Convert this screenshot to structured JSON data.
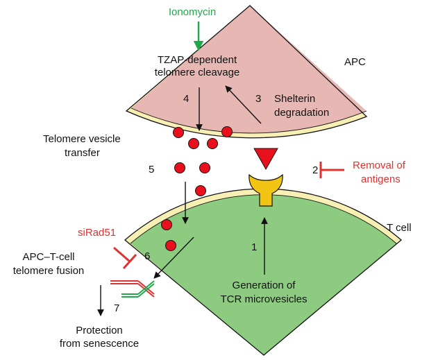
{
  "colors": {
    "apc_fill": "#e7b7b4",
    "tcell_fill": "#8ccb80",
    "membrane": "#f8efb4",
    "vesicle": "#e8101c",
    "receptor": "#f2c413",
    "antigen": "#e8101c",
    "inhibitor": "#e03131",
    "stimulus": "#1fa84a",
    "text": "#111111"
  },
  "cells": {
    "apc": "APC",
    "tcell": "T cell"
  },
  "labels": {
    "ionomycin": "Ionomycin",
    "tzap_line1": "TZAP-dependent",
    "tzap_line2": "telomere cleavage",
    "step3_num": "3",
    "shelterin_line1": "Shelterin",
    "shelterin_line2": "degradation",
    "step4_num": "4",
    "vesicle_line1": "Telomere vesicle",
    "vesicle_line2": "transfer",
    "step5_num": "5",
    "step2_num": "2",
    "removal_line1": "Removal of",
    "removal_line2": "antigens",
    "sirad51": "siRad51",
    "step6_num": "6",
    "fusion_line1": "APC–T-cell",
    "fusion_line2": "telomere fusion",
    "step1_num": "1",
    "tcr_line1": "Generation of",
    "tcr_line2": "TCR microvesicles",
    "step7_num": "7",
    "protection_line1": "Protection",
    "protection_line2": "from senescence"
  },
  "icons": {
    "antigen": "triangle-down",
    "receptor": "y-shaped-receptor",
    "inhibitor": "t-bar",
    "vesicle": "circle"
  }
}
